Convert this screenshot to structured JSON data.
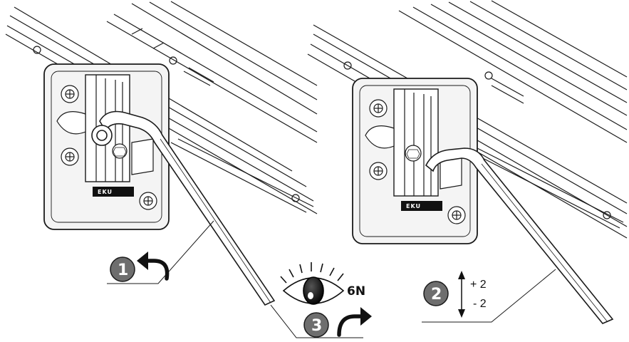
{
  "figure": {
    "left_panel": {
      "step_badge": "1",
      "brand_logo": "EKU"
    },
    "eye_indicator": {
      "label": "6N",
      "step_badge": "3"
    },
    "right_panel": {
      "step_badge": "2",
      "adjust_plus": "+ 2",
      "adjust_minus": "- 2",
      "brand_logo": "EKU"
    }
  },
  "colors": {
    "line": "#1a1a1a",
    "badge": "#6e6e6e",
    "plate": "#f2f2f2",
    "dark": "#111111"
  },
  "icons": [
    "rotate-ccw-arrow-icon",
    "rotate-cw-arrow-icon",
    "eye-icon",
    "up-down-arrow-icon"
  ]
}
